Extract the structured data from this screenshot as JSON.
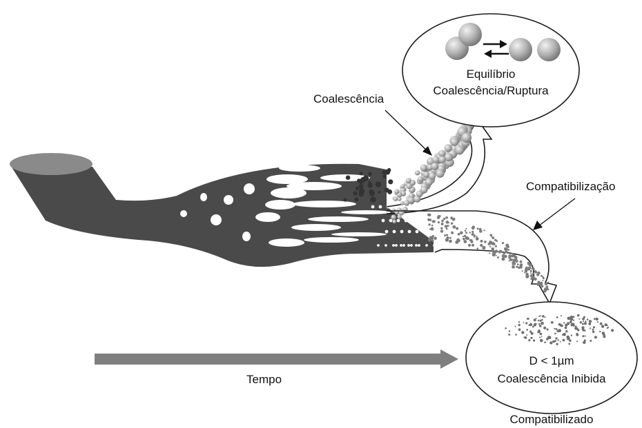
{
  "colors": {
    "body": "#4a4a4a",
    "top_face": "#8a8a8a",
    "sphere_light": "#e6e6e6",
    "sphere_dark": "#7a7a7a",
    "time_arrow": "#7f7f7f",
    "outline": "#1a1a1a"
  },
  "labels": {
    "top_ellipse_line1": "Equilíbrio",
    "top_ellipse_line2": "Coalescência/Ruptura",
    "coalescence_label": "Coalescência",
    "compatibilization_label": "Compatibilização",
    "bottom_ellipse_line1": "D < 1µm",
    "bottom_ellipse_line2": "Coalescência Inibida",
    "bottom_caption": "Compatibilizado",
    "time_label": "Tempo"
  },
  "icons": {
    "equilibrium_arrows": "double-arrow-icon",
    "time_arrow": "right-arrow-icon"
  }
}
